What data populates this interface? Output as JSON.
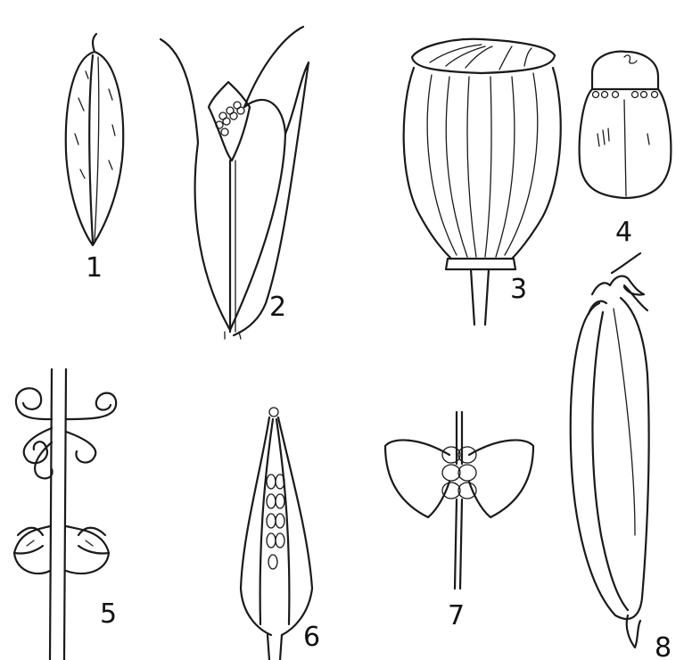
{
  "plate": {
    "background": "#ffffff",
    "ink_color": "#1a1a1a",
    "figures": [
      {
        "id": "fig-1",
        "label": "1",
        "icon": "seed-pod-icon"
      },
      {
        "id": "fig-2",
        "label": "2",
        "icon": "dehiscent-capsule-icon"
      },
      {
        "id": "fig-3",
        "label": "3",
        "icon": "poppy-capsule-icon"
      },
      {
        "id": "fig-4",
        "label": "4",
        "icon": "pyxis-capsule-icon"
      },
      {
        "id": "fig-5",
        "label": "5",
        "icon": "coiled-valves-icon"
      },
      {
        "id": "fig-6",
        "label": "6",
        "icon": "silique-icon"
      },
      {
        "id": "fig-7",
        "label": "7",
        "icon": "silicle-icon"
      },
      {
        "id": "fig-8",
        "label": "8",
        "icon": "legume-pod-icon"
      }
    ]
  }
}
